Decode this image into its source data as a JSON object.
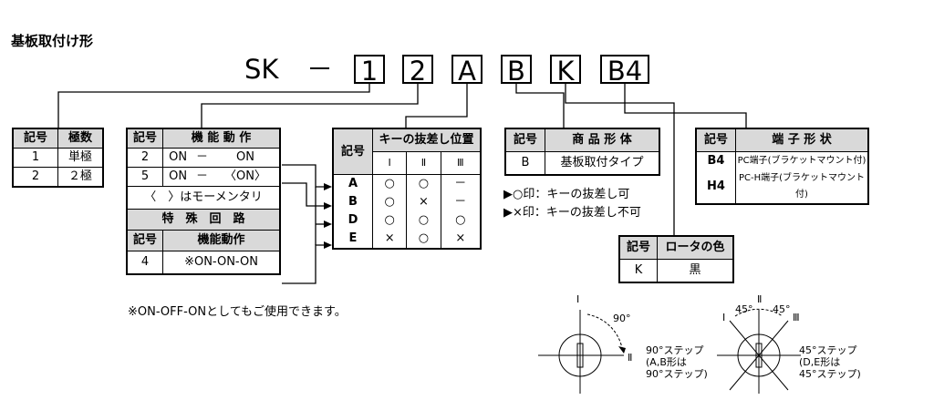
{
  "title": "基板取付け形",
  "model": {
    "prefix": "SK",
    "dash": "－",
    "boxes": [
      "1",
      "2",
      "A",
      "B",
      "K",
      "B4"
    ]
  },
  "poles": {
    "headers": [
      "記号",
      "極数"
    ],
    "rows": [
      [
        "1",
        "単極"
      ],
      [
        "2",
        "２極"
      ]
    ]
  },
  "function": {
    "headers": [
      "記号",
      "機 能 動 作"
    ],
    "rows": [
      [
        "2",
        "ON",
        "－",
        "ON"
      ],
      [
        "5",
        "ON",
        "－",
        "〈ON〉"
      ]
    ],
    "momentary_note": "〈　〉はモーメンタリ",
    "special_title": "特　殊　回　路",
    "special_headers": [
      "記号",
      "機能動作"
    ],
    "special_rows": [
      [
        "4",
        "※ON-ON-ON"
      ]
    ],
    "footnote": "※ON-OFF-ONとしてもご使用できます。"
  },
  "key": {
    "code_header": "記号",
    "title": "キーの抜差し位置",
    "positions": [
      "Ⅰ",
      "Ⅱ",
      "Ⅲ"
    ],
    "rows": [
      [
        "A",
        "○",
        "○",
        "－"
      ],
      [
        "B",
        "○",
        "×",
        "－"
      ],
      [
        "D",
        "○",
        "○",
        "○"
      ],
      [
        "E",
        "×",
        "○",
        "×"
      ]
    ]
  },
  "product": {
    "headers": [
      "記号",
      "商 品 形 体"
    ],
    "rows": [
      [
        "B",
        "基板取付タイプ"
      ]
    ],
    "legend": [
      "▶○印：キーの抜差し可",
      "▶×印：キーの抜差し不可"
    ]
  },
  "rotor": {
    "headers": [
      "記号",
      "ロータの色"
    ],
    "rows": [
      [
        "K",
        "黒"
      ]
    ]
  },
  "terminal": {
    "headers": [
      "記号",
      "端 子 形 状"
    ],
    "rows": [
      [
        "B4",
        "PC端子(ブラケットマウント付)"
      ],
      [
        "H4",
        "PC-H端子(ブラケットマウント付)"
      ]
    ]
  },
  "diagram90": {
    "labels": [
      "Ⅰ",
      "90°",
      "Ⅱ"
    ],
    "caption": [
      "90°ステップ",
      "(A,B形は",
      "90°ステップ)"
    ]
  },
  "diagram45": {
    "labels": [
      "Ⅰ",
      "45°",
      "Ⅱ",
      "45°",
      "Ⅲ"
    ],
    "caption": [
      "45°ステップ",
      "(D,E形は",
      "45°ステップ)"
    ]
  }
}
